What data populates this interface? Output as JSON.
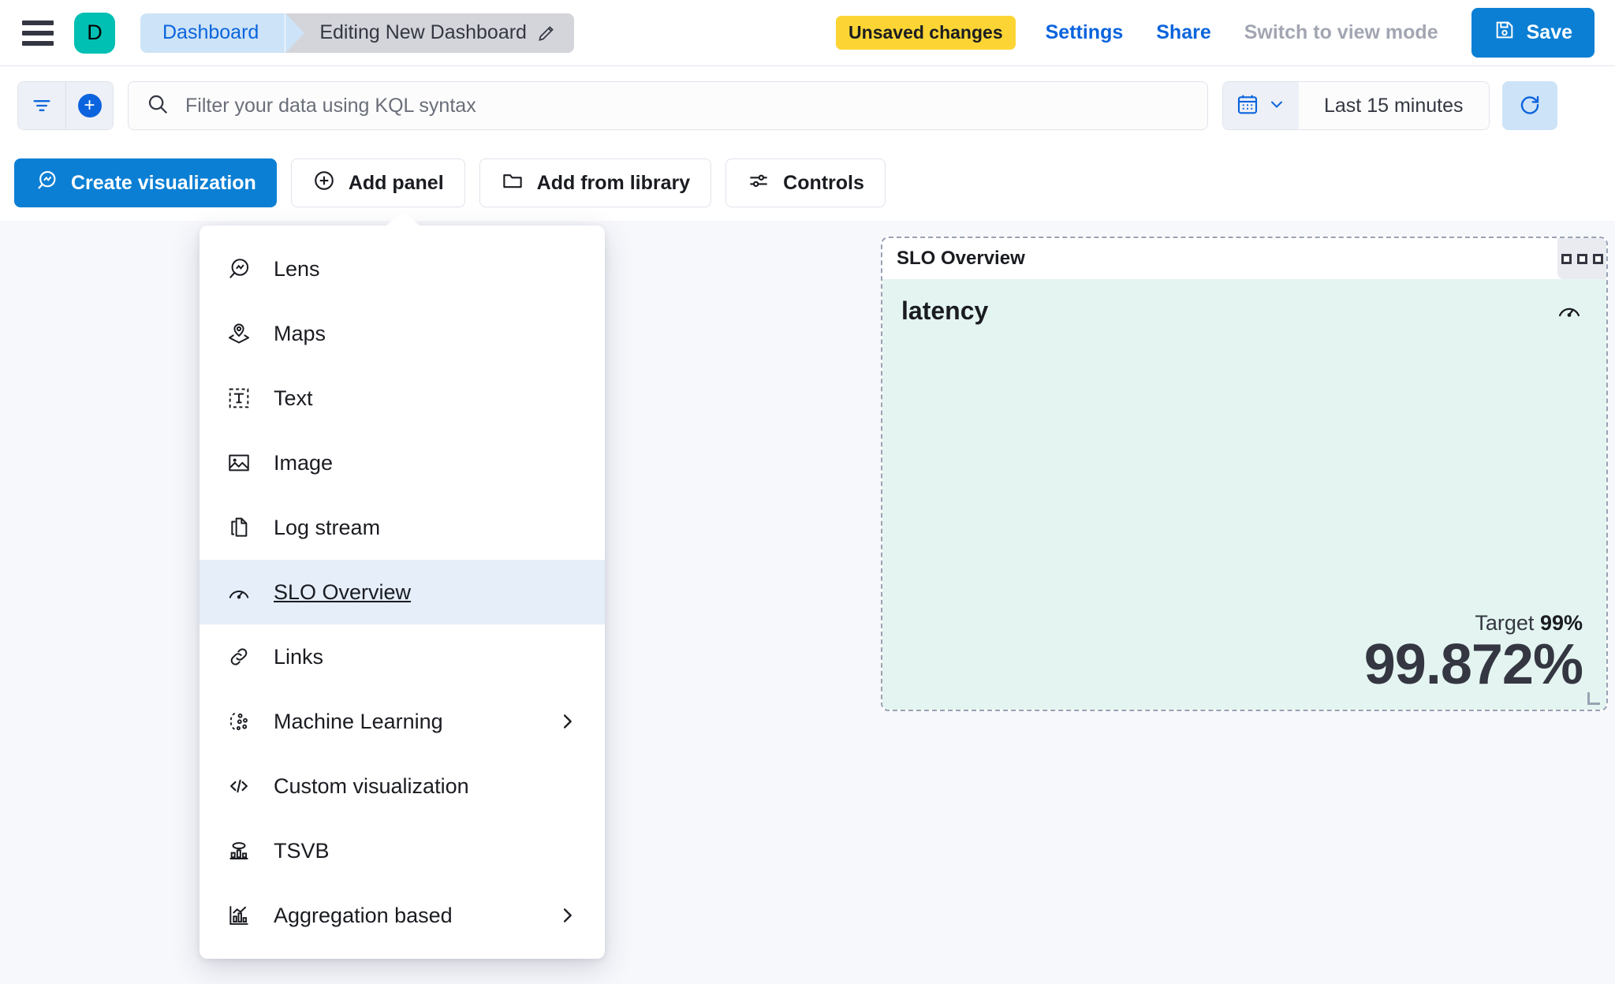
{
  "header": {
    "menu_icon": "hamburger-icon",
    "avatar_initial": "D",
    "breadcrumbs": [
      {
        "label": "Dashboard"
      },
      {
        "label": "Editing New Dashboard",
        "icon": "pencil-icon"
      }
    ],
    "unsaved_badge": "Unsaved changes",
    "settings_label": "Settings",
    "share_label": "Share",
    "view_mode_label": "Switch to view mode",
    "save_label": "Save",
    "save_icon": "save-disk-icon"
  },
  "querybar": {
    "filter_icon": "filter-icon",
    "add_filter_icon": "plus-circle-icon",
    "search_icon": "search-icon",
    "search_value": "",
    "search_placeholder": "Filter your data using KQL syntax",
    "calendar_icon": "calendar-icon",
    "chevron_icon": "chevron-down-icon",
    "date_range": "Last 15 minutes",
    "refresh_icon": "refresh-icon"
  },
  "toolbar": {
    "buttons": [
      {
        "label": "Create visualization",
        "icon": "lens-icon",
        "primary": true
      },
      {
        "label": "Add panel",
        "icon": "plus-outline-icon",
        "primary": false
      },
      {
        "label": "Add from library",
        "icon": "folder-icon",
        "primary": false
      },
      {
        "label": "Controls",
        "icon": "controls-icon",
        "primary": false
      }
    ]
  },
  "add_panel_menu": {
    "items": [
      {
        "label": "Lens",
        "icon": "lens-icon",
        "selected": false,
        "submenu": false
      },
      {
        "label": "Maps",
        "icon": "maps-icon",
        "selected": false,
        "submenu": false
      },
      {
        "label": "Text",
        "icon": "text-icon",
        "selected": false,
        "submenu": false
      },
      {
        "label": "Image",
        "icon": "image-icon",
        "selected": false,
        "submenu": false
      },
      {
        "label": "Log stream",
        "icon": "logstream-icon",
        "selected": false,
        "submenu": false
      },
      {
        "label": "SLO Overview",
        "icon": "gauge-icon",
        "selected": true,
        "submenu": false
      },
      {
        "label": "Links",
        "icon": "link-icon",
        "selected": false,
        "submenu": false
      },
      {
        "label": "Machine Learning",
        "icon": "ml-icon",
        "selected": false,
        "submenu": true
      },
      {
        "label": "Custom visualization",
        "icon": "code-icon",
        "selected": false,
        "submenu": false
      },
      {
        "label": "TSVB",
        "icon": "tsvb-icon",
        "selected": false,
        "submenu": false
      },
      {
        "label": "Aggregation based",
        "icon": "agg-icon",
        "selected": false,
        "submenu": true
      }
    ]
  },
  "slo_panel": {
    "panel_title": "SLO Overview",
    "context_menu_icon": "panel-context-menu-icon",
    "slo_name": "latency",
    "gauge_icon": "gauge-icon",
    "target_label": "Target",
    "target_value": "99%",
    "current_value": "99.872%",
    "resize_handle": "resize-handle-icon"
  },
  "colors": {
    "accent_blue": "#0B7FD4",
    "link_blue": "#0B64DD",
    "warning_yellow": "#FCD535",
    "avatar_teal": "#00BFB3",
    "slo_good_bg": "#E4F5F1"
  }
}
